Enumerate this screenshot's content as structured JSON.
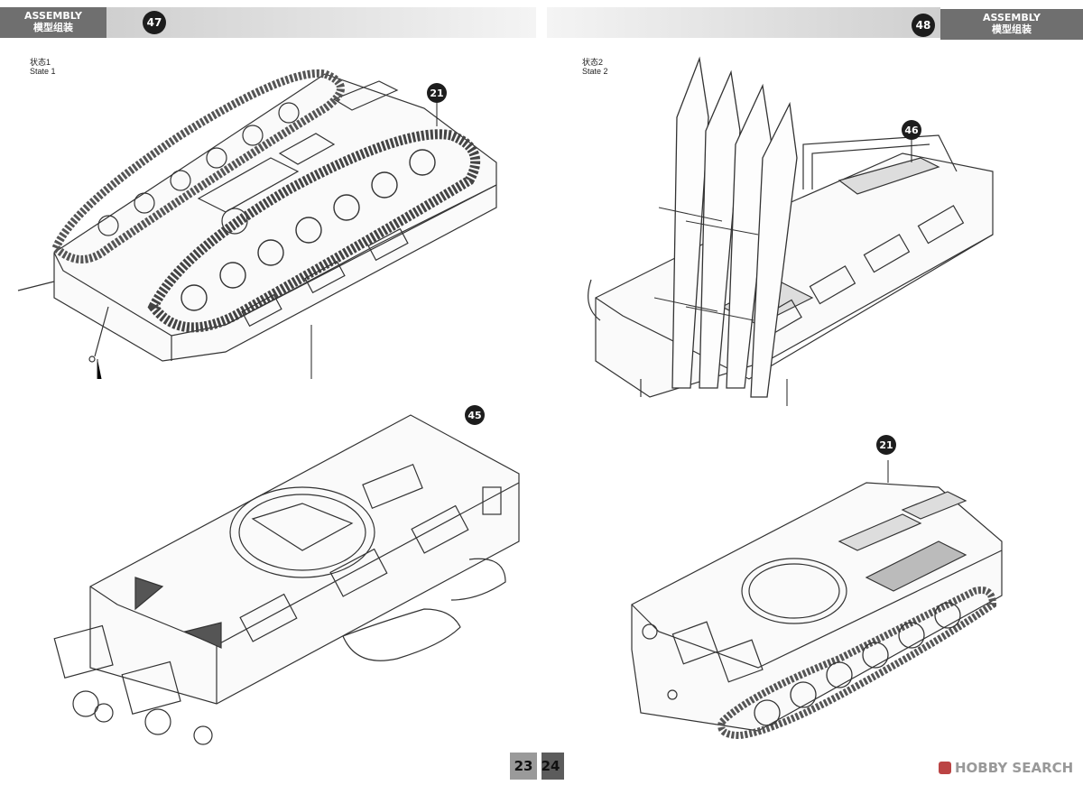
{
  "left_page": {
    "header": {
      "title_en": "ASSEMBLY",
      "title_cn": "模型组装"
    },
    "step_number": "47",
    "state": {
      "cn": "状态1",
      "en": "State 1"
    },
    "callouts": [
      "21",
      "45"
    ],
    "page_number": "23"
  },
  "right_page": {
    "header": {
      "title_en": "ASSEMBLY",
      "title_cn": "模型组装"
    },
    "step_number": "48",
    "state": {
      "cn": "状态2",
      "en": "State 2"
    },
    "callouts": [
      "46",
      "21"
    ],
    "page_number": "24"
  },
  "watermark": {
    "text": "HOBBY SEARCH"
  },
  "colors": {
    "header_gray": "#6f6f6f",
    "badge_black": "#1d1d1d",
    "line_art": "#333333"
  }
}
